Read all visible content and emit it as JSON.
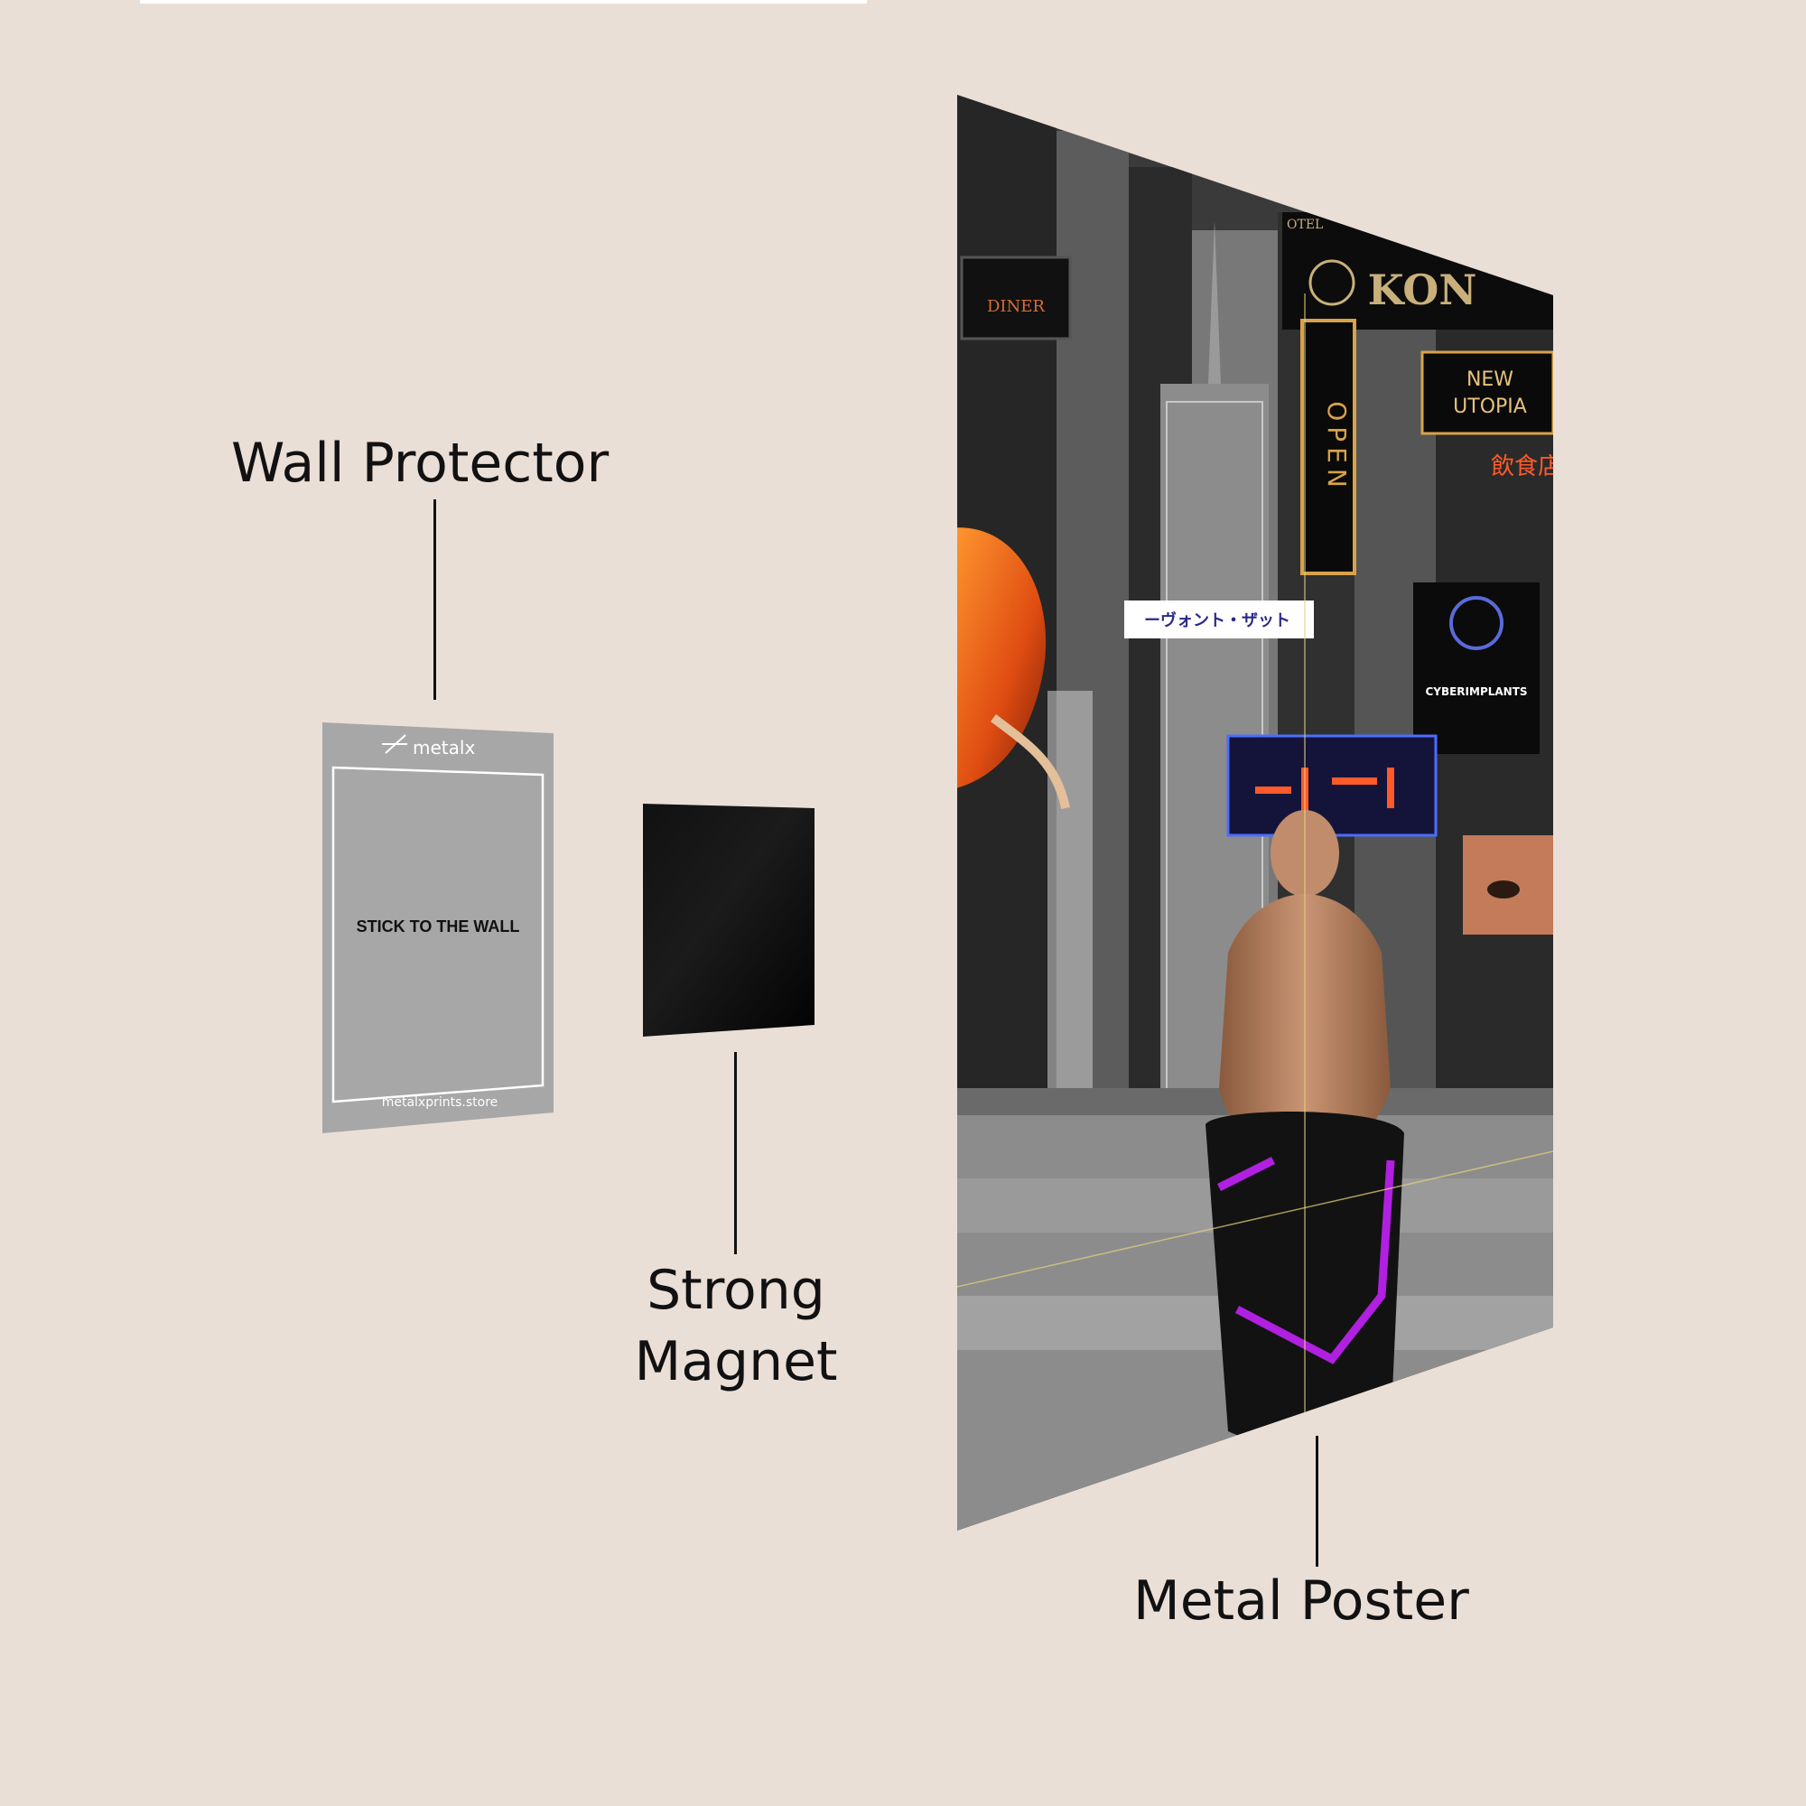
{
  "labels": {
    "wall_protector": "Wall Protector",
    "strong_magnet_line1": "Strong",
    "strong_magnet_line2": "Magnet",
    "metal_poster": "Metal Poster"
  },
  "wall_protector_card": {
    "brand": "metalx",
    "instruction": "STICK TO THE WALL",
    "website": "metalxprints.store"
  },
  "poster_signs": {
    "sign_kon": "KON",
    "sign_new": "NEW",
    "sign_utopia": "UTOPIA",
    "sign_open": "OPEN",
    "sign_hotel": "OTEL",
    "sign_diner": "DINER",
    "sign_cyberimplants": "CYBERIMPLANTS",
    "sign_kanji": "飲食店",
    "sign_katakana": "ーヴォント・ザット"
  },
  "colors": {
    "background": "#eadfd7",
    "protector_gray": "#a7a7a7",
    "magnet_black": "#050505",
    "neon_purple": "#b020e0",
    "neon_orange": "#ff5a2a",
    "neon_gold": "#d8a24a",
    "neon_blue": "#4c6dff"
  }
}
